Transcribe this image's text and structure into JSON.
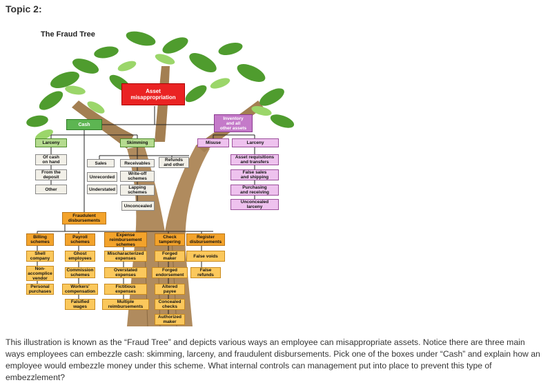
{
  "topic_heading": "Topic 2:",
  "figure": {
    "title": "The Fraud Tree",
    "root": "Asset\nmisappropriation",
    "cash": "Cash",
    "inventory": "Inventory\nand all\nother assets",
    "larceny": "Larceny",
    "skimming": "Skimming",
    "misuse": "Misuse",
    "larceny2": "Larceny",
    "of_cash_on_hand": "Of cash\non hand",
    "from_deposit": "From the\ndeposit",
    "other": "Other",
    "sales": "Sales",
    "receivables": "Receivables",
    "refunds_other": "Refunds\nand other",
    "unrecorded": "Unrecorded",
    "write_off": "Write-off\nschemes",
    "understated": "Understated",
    "lapping": "Lapping\nschemes",
    "unconcealed": "Unconcealed",
    "asset_req": "Asset requisitions\nand transfers",
    "false_sales": "False sales\nand shipping",
    "purchasing": "Purchasing\nand receiving",
    "unconcealed_larceny": "Unconcealed\nlarceny",
    "fraudulent_disb": "Fraudulent\ndisbursements",
    "billing": "Billing\nschemes",
    "payroll": "Payroll\nschemes",
    "expense": "Expense\nreimbursement\nschemes",
    "check_tampering": "Check\ntampering",
    "register_disb": "Register\ndisbursements",
    "shell": "Shell\ncompany",
    "ghost": "Ghost\nemployees",
    "mischaracterized": "Mischaracterized\nexpenses",
    "forged_maker": "Forged\nmaker",
    "false_voids": "False voids",
    "non_accomplice": "Non-\naccomplice\nvendor",
    "commission": "Commission\nschemes",
    "overstated": "Overstated\nexpenses",
    "forged_endorsement": "Forged\nendorsement",
    "false_refunds": "False\nrefunds",
    "personal": "Personal\npurchases",
    "workers": "Workers'\ncompensation",
    "fictitious": "Fictitious\nexpenses",
    "altered_payee": "Altered\npayee",
    "falsified": "Falsified\nwages",
    "multiple": "Multiple\nreimbursements",
    "concealed": "Concealed\nchecks",
    "authorized": "Authorized\nmaker"
  },
  "paragraph": "This illustration is known as the “Fraud Tree” and depicts various ways an employee can misappropriate assets.  Notice there are three main ways employees can embezzle cash: skimming, larceny, and fraudulent disbursements.  Pick one of the boxes under “Cash” and explain how an employee would embezzle money under this scheme.  What internal controls can management put into place to prevent this type of embezzlement?"
}
